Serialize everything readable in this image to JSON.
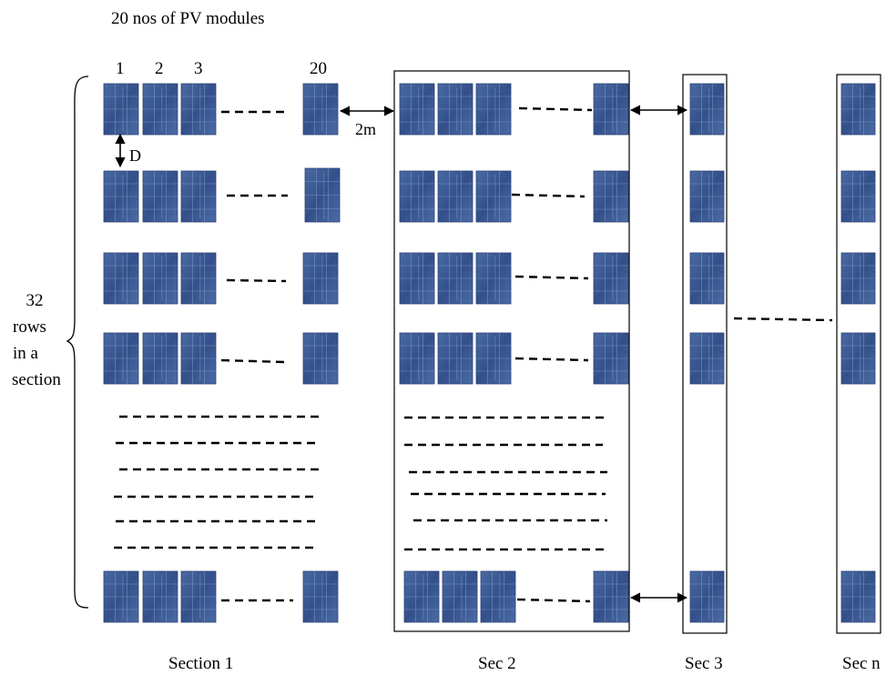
{
  "diagram": {
    "title": "20 nos of PV modules",
    "column_numbers": [
      "1",
      "2",
      "3",
      "20"
    ],
    "spacing_label": "2m",
    "row_gap_label": "D",
    "side_label_lines": [
      "32",
      "rows",
      "in a",
      "section"
    ],
    "section_labels": [
      "Section 1",
      "Sec 2",
      "Sec 3",
      "Sec n"
    ],
    "modules_per_row": 20,
    "rows_per_section": 32,
    "module_color": "#3d5a8f",
    "module_grid_color": "#8fa8d0",
    "line_color": "#000000"
  }
}
